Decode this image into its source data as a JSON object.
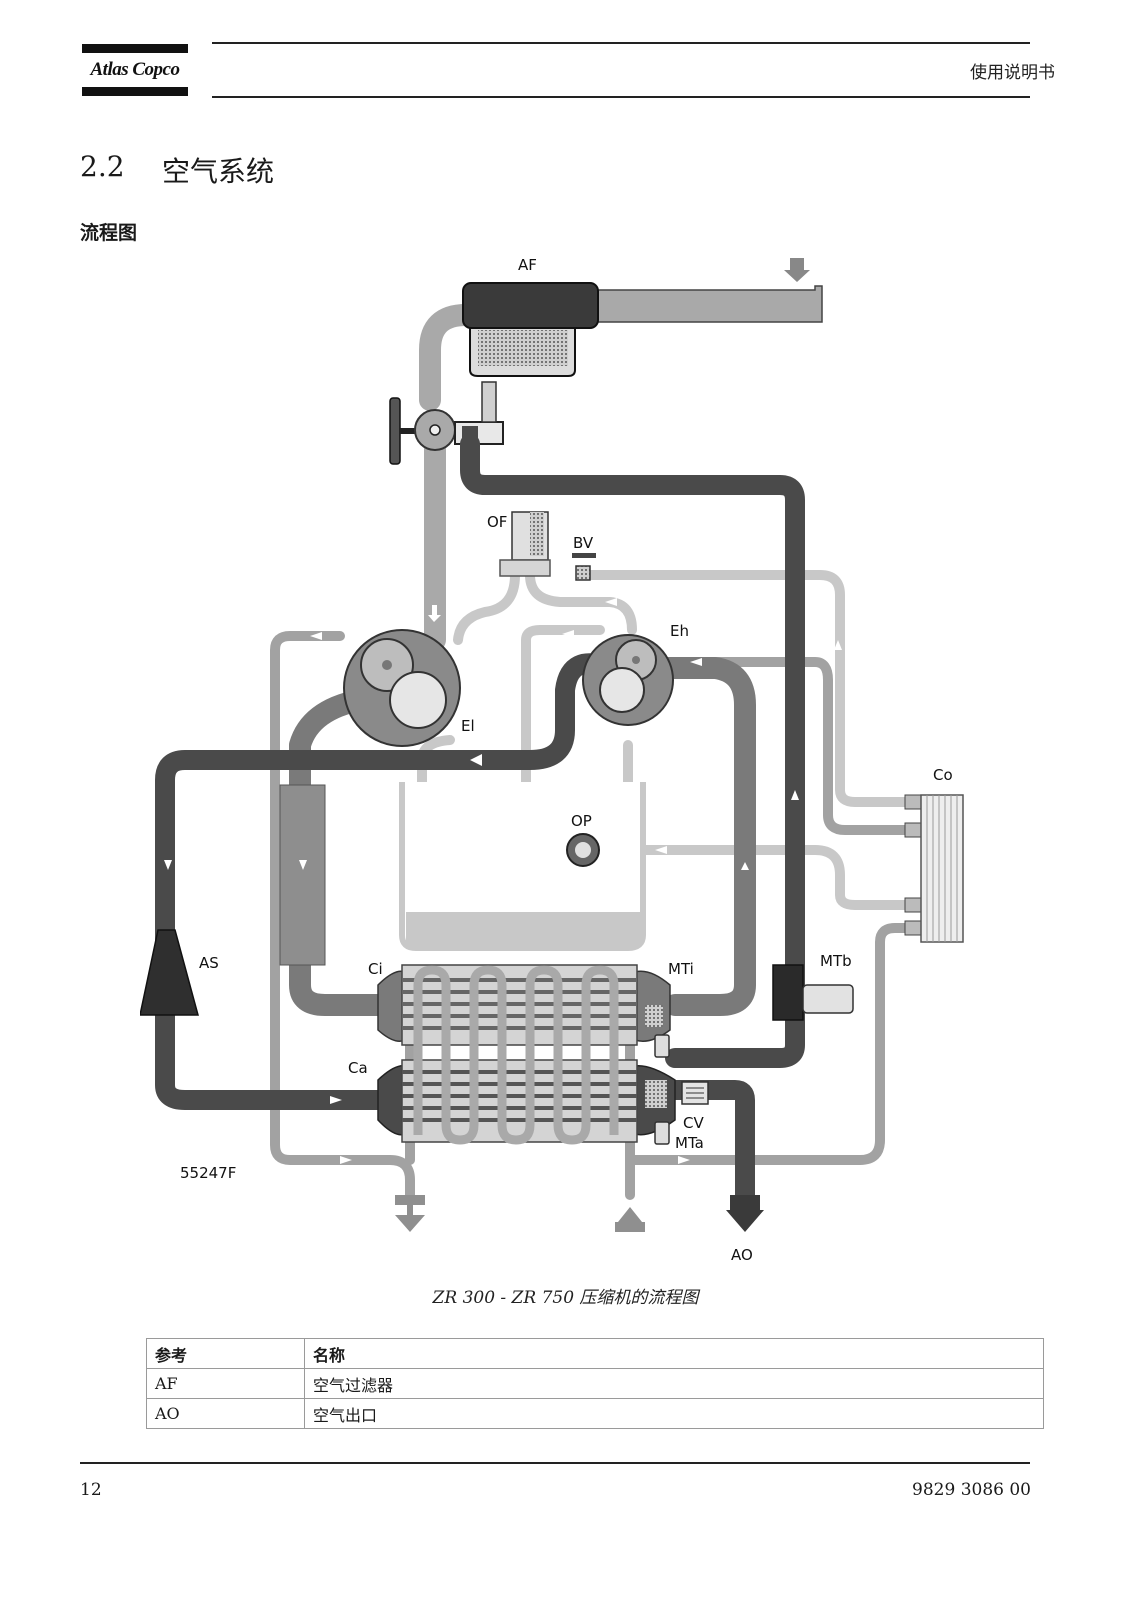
{
  "header": {
    "logo_text": "Atlas Copco",
    "title": "使用说明书"
  },
  "section": {
    "number": "2.2",
    "title": "空气系统"
  },
  "subheading": "流程图",
  "diagram": {
    "labels": {
      "AF": "AF",
      "OF": "OF",
      "BV": "BV",
      "Eh": "Eh",
      "El": "El",
      "Co": "Co",
      "OP": "OP",
      "AS": "AS",
      "Ci": "Ci",
      "MTi": "MTi",
      "MTb": "MTb",
      "Ca": "Ca",
      "CV": "CV",
      "MTa": "MTa",
      "AO": "AO",
      "figure_id": "55247F"
    },
    "colors": {
      "low_pressure_air": "#a9a9a9",
      "high_pressure_air": "#4a4a4a",
      "intermediate_air": "#7a7a7a",
      "oil": "#c8c8c8",
      "water": "#909090"
    },
    "caption": "ZR 300 - ZR 750 压缩机的流程图"
  },
  "legend_table": {
    "headers": [
      "参考",
      "名称"
    ],
    "rows": [
      [
        "AF",
        "空气过滤器"
      ],
      [
        "AO",
        "空气出口"
      ]
    ]
  },
  "footer": {
    "page_number": "12",
    "doc_number": "9829 3086 00"
  }
}
